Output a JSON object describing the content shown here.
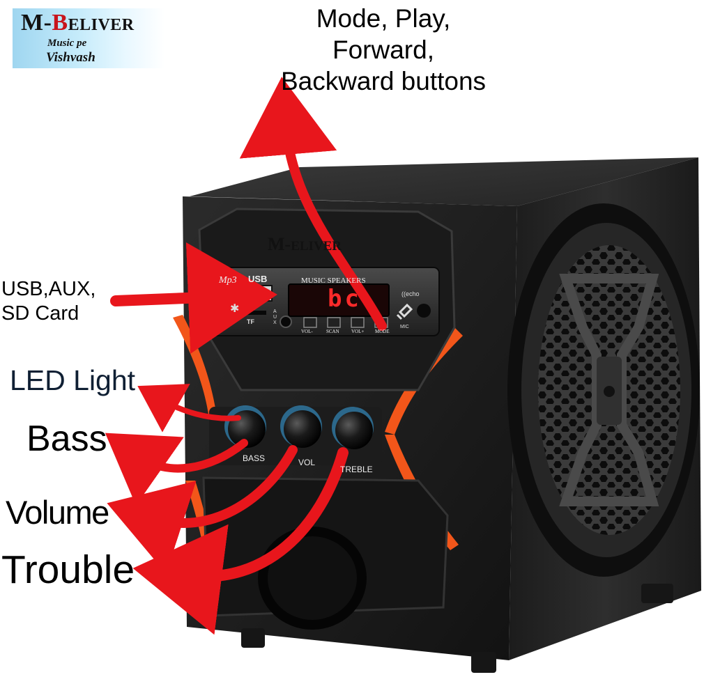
{
  "logo": {
    "brand_prefix": "M-",
    "brand_b": "B",
    "brand_rest": "ELIVER",
    "tagline_1": "Music pe",
    "tagline_2": "Vishvash",
    "accent_color": "#c8141c"
  },
  "callouts": {
    "mode_buttons": [
      "Mode, Play,",
      "Forward,",
      "Backward buttons"
    ],
    "inputs": [
      "USB,AUX,",
      "SD Card"
    ],
    "led": "LED Light",
    "bass": "Bass",
    "volume": "Volume",
    "treble": "Trouble"
  },
  "device": {
    "brand_m": "M-",
    "brand_rest": "ELIVER",
    "panel_title": "MUSIC SPEAKERS",
    "mp3": "Mp3",
    "usb": "USB",
    "tf": "TF",
    "aux": [
      "A",
      "U",
      "X"
    ],
    "echo": "((echo",
    "mic": "MIC",
    "display_text": "bc",
    "buttons": [
      "VOL-",
      "SCAN",
      "VOL+",
      "MODE"
    ],
    "knobs": [
      "BASS",
      "VOL",
      "TREBLE"
    ]
  },
  "colors": {
    "arrow_red": "#e8161c",
    "trim_orange": "#f2561a",
    "led_blue": "#5cc7ff",
    "display_red": "#ff2a2a"
  }
}
